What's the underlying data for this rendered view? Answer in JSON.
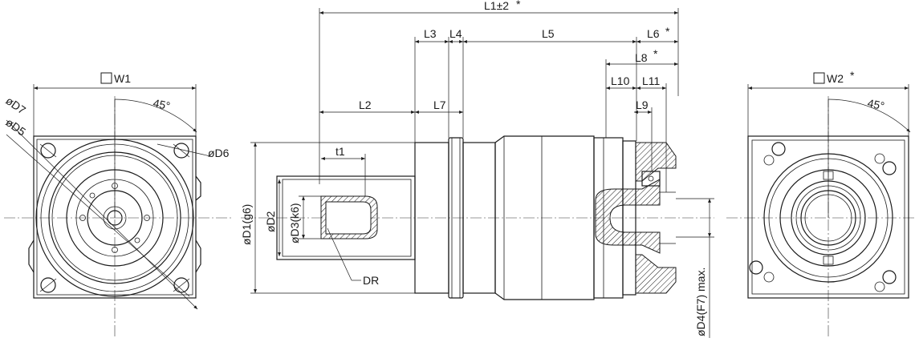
{
  "labels": {
    "l1": "L1±2",
    "l3": "L3",
    "l4": "L4",
    "l5": "L5",
    "l6": "L6",
    "l8": "L8",
    "l10": "L10",
    "l11": "L11",
    "l9": "L9",
    "l2": "L2",
    "l7": "L7",
    "t1": "t1",
    "w1": "W1",
    "w2": "W2",
    "angle_left": "45°",
    "angle_right": "45°",
    "d7": "øD7",
    "d5": "øD5",
    "d6": "øD6",
    "d1": "øD1(g6)",
    "d2": "øD2",
    "d3": "øD3(k6)",
    "dr": "DR",
    "d4": "øD4(F7) max."
  },
  "marks": {
    "star": "*"
  },
  "colors": {
    "line": "#1a1a1a",
    "background": "#ffffff"
  }
}
